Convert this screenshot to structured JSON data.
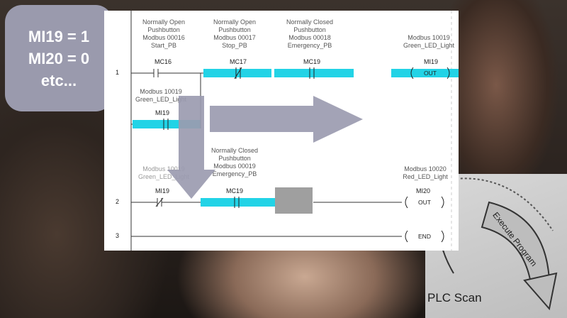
{
  "note": {
    "line1": "MI19 = 1",
    "line2": "MI20 = 0",
    "line3": "etc..."
  },
  "scan": {
    "label": "PLC Scan",
    "arrow_text": "Execute Program"
  },
  "rung1": {
    "number": "1",
    "c1": {
      "desc1": "Normally Open",
      "desc2": "Pushbutton",
      "addr": "Modbus 00016",
      "name": "Start_PB",
      "tag": "MC16"
    },
    "c2": {
      "desc1": "Normally Open",
      "desc2": "Pushbutton",
      "addr": "Modbus 00017",
      "name": "Stop_PB",
      "tag": "MC17"
    },
    "c3": {
      "desc1": "Normally Closed",
      "desc2": "Pushbutton",
      "addr": "Modbus 00018",
      "name": "Emergency_PB",
      "tag": "MC19"
    },
    "coil": {
      "addr": "Modbus 10019",
      "name": "Green_LED_Light",
      "tag": "MI19",
      "instr": "OUT"
    },
    "branch": {
      "addr": "Modbus 10019",
      "name": "Green_LED_Light",
      "tag": "MI19"
    }
  },
  "rung2": {
    "number": "2",
    "c1": {
      "addr": "Modbus 10019",
      "name": "Green_LED_Light",
      "tag": "MI19"
    },
    "c2": {
      "desc1": "Normally Closed",
      "desc2": "Pushbutton",
      "addr": "Modbus 00019",
      "name": "Emergency_PB",
      "tag": "MC19"
    },
    "coil": {
      "addr": "Modbus 10020",
      "name": "Red_LED_Light",
      "tag": "MI20",
      "instr": "OUT"
    }
  },
  "rung3": {
    "number": "3",
    "instr": "END"
  },
  "colors": {
    "energized": "#22d3e6",
    "rail": "#333333",
    "arrow": "#9b9bb0",
    "note_bg": "#9a9aad"
  }
}
